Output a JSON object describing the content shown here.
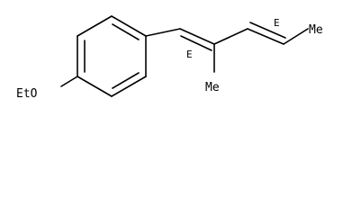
{
  "molecule": {
    "labels": {
      "ethoxy": "EtO",
      "methyl": "Me",
      "terminal_methyl": "Me",
      "stereo_alkene_1": "E",
      "stereo_alkene_2": "E"
    }
  },
  "colors": {
    "background": "#ffffff",
    "ink": "#000000"
  }
}
